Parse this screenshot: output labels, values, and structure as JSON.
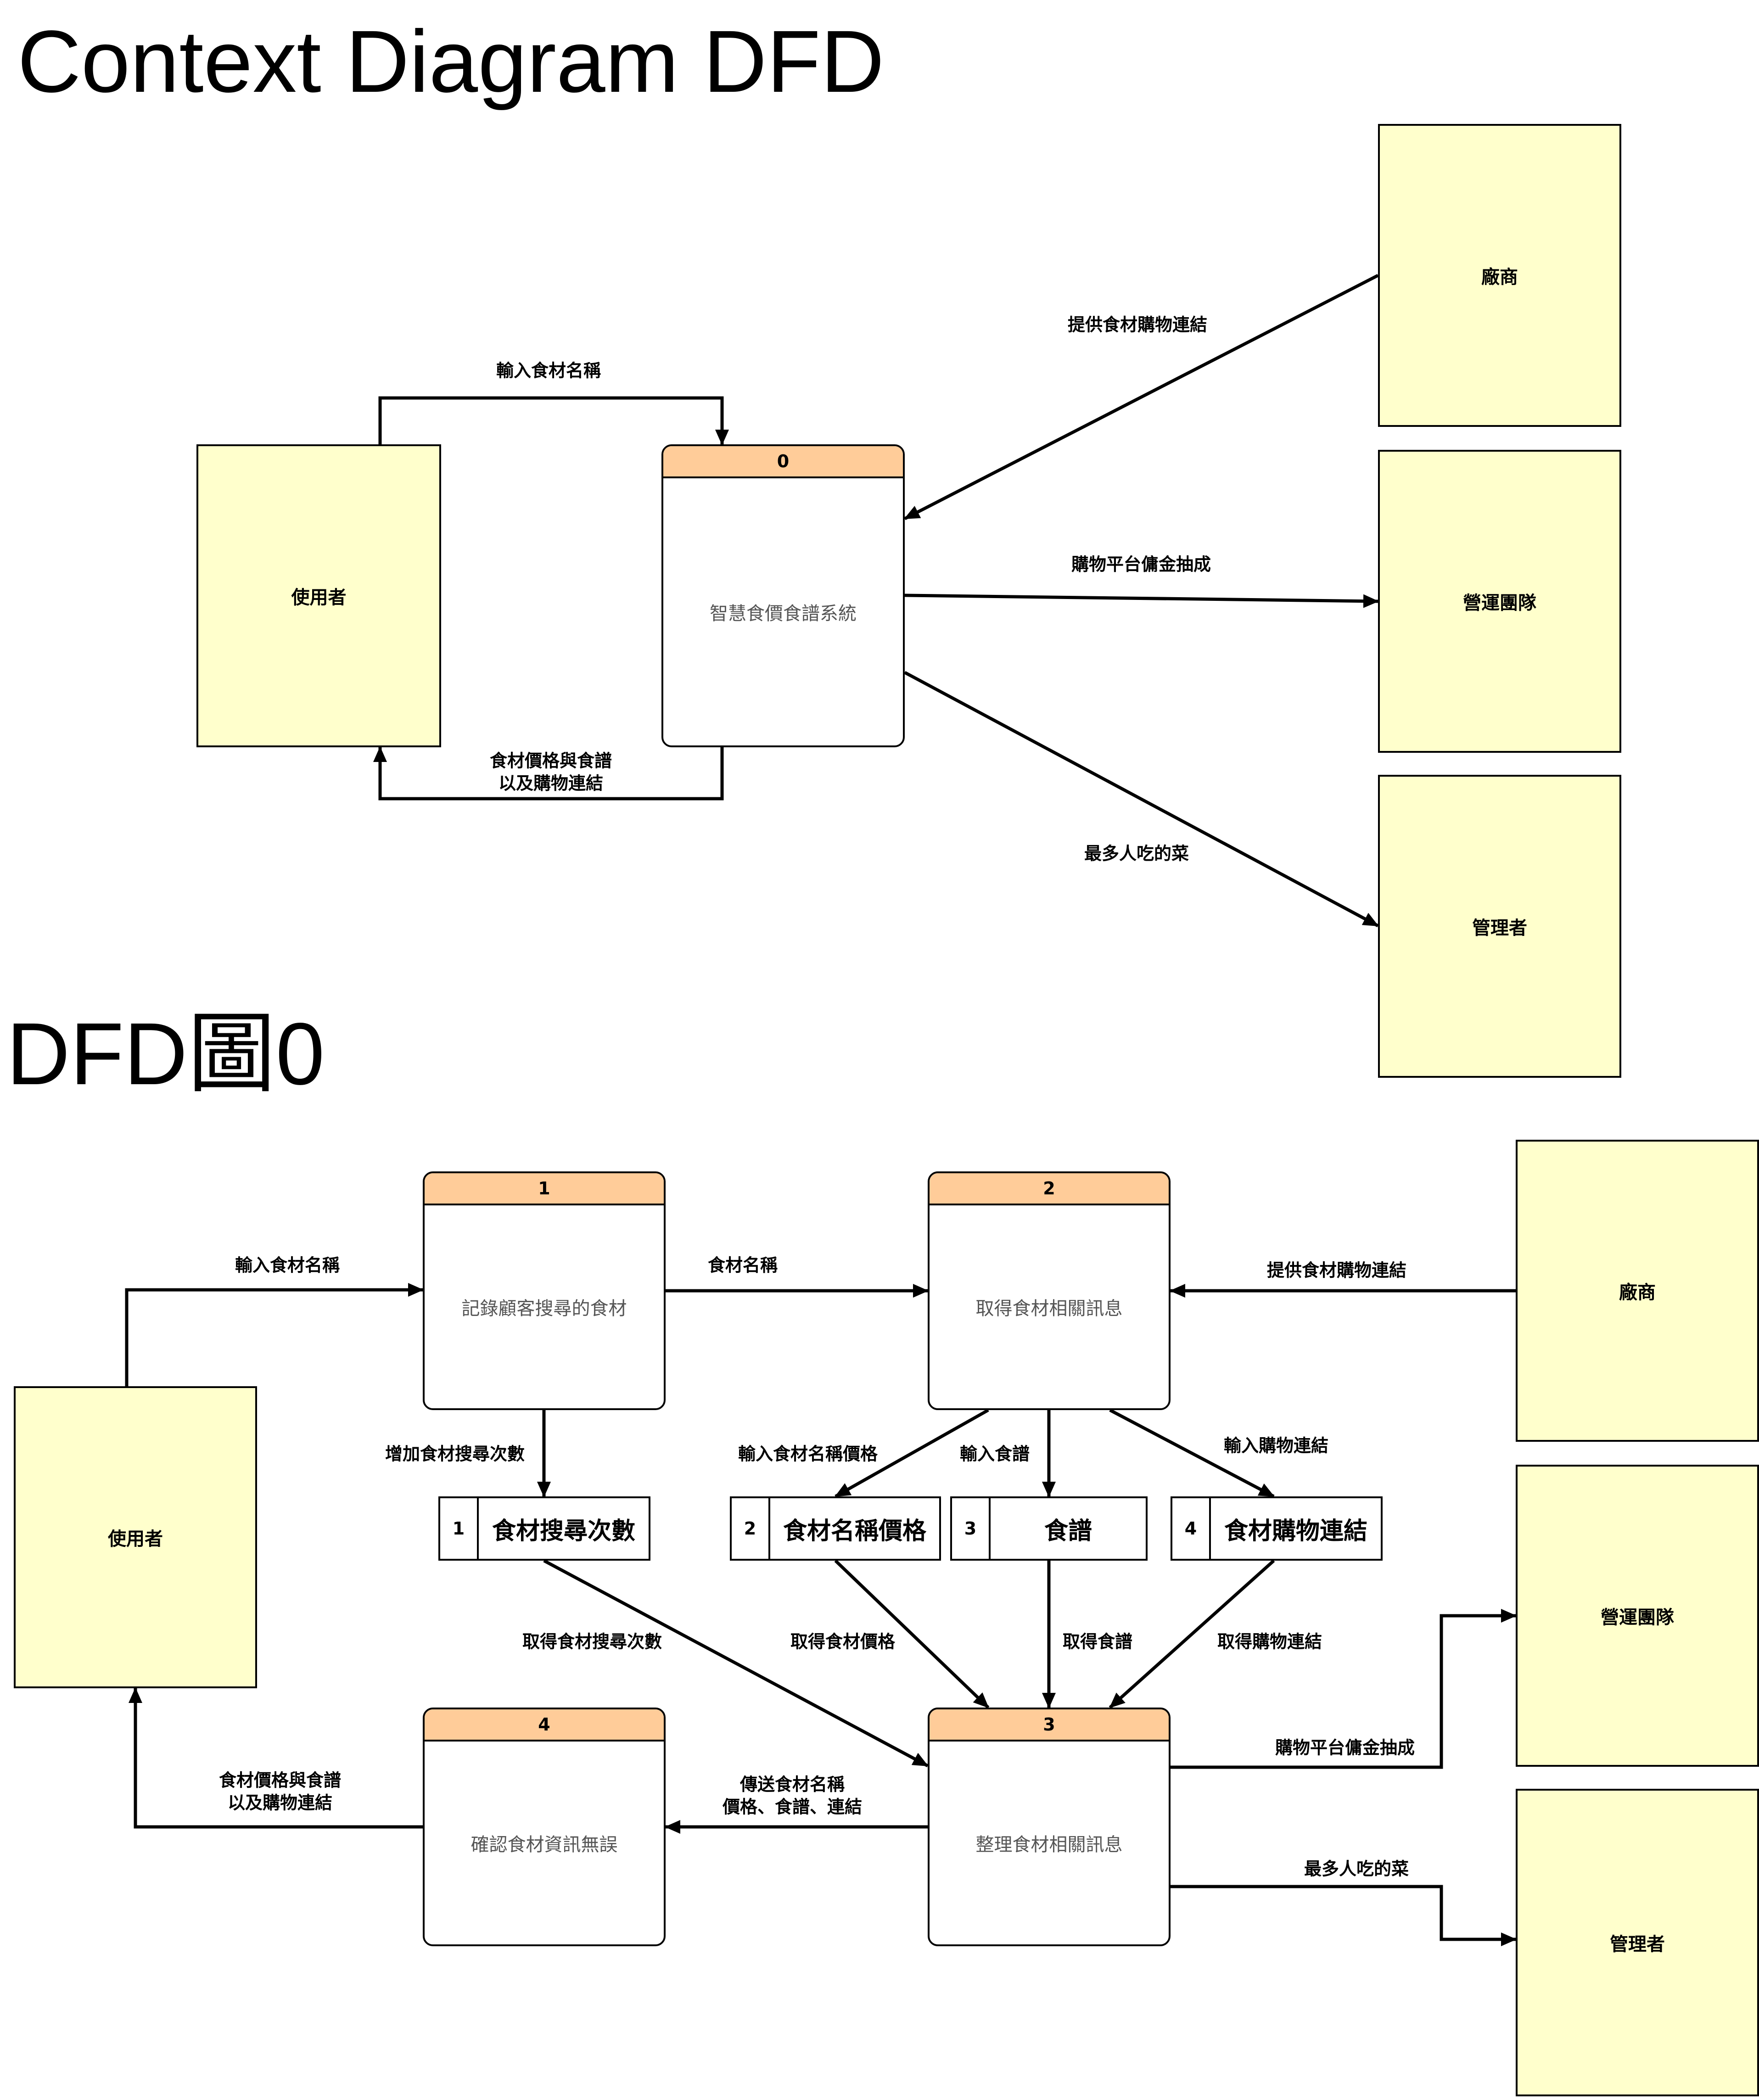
{
  "titles": {
    "context": "Context Diagram DFD",
    "level0": "DFD圖0"
  },
  "context": {
    "entities": {
      "user": "使用者",
      "vendor": "廠商",
      "ops": "營運團隊",
      "admin": "管理者"
    },
    "process": {
      "id": "0",
      "name": "智慧食價食譜系統"
    },
    "flows": {
      "input_name": "輸入食材名稱",
      "result": "食材價格與食譜\n以及購物連結",
      "vendor_link": "提供食材購物連結",
      "commission": "購物平台傭金抽成",
      "popular": "最多人吃的菜"
    }
  },
  "level0": {
    "entities": {
      "user": "使用者",
      "vendor": "廠商",
      "ops": "營運團隊",
      "admin": "管理者"
    },
    "processes": [
      {
        "id": "1",
        "name": "記錄顧客搜尋的食材"
      },
      {
        "id": "2",
        "name": "取得食材相關訊息"
      },
      {
        "id": "3",
        "name": "整理食材相關訊息"
      },
      {
        "id": "4",
        "name": "確認食材資訊無誤"
      }
    ],
    "stores": [
      {
        "id": "1",
        "name": "食材搜尋次數"
      },
      {
        "id": "2",
        "name": "食材名稱價格"
      },
      {
        "id": "3",
        "name": "食譜"
      },
      {
        "id": "4",
        "name": "食材購物連結"
      }
    ],
    "flows": {
      "input_name": "輸入食材名稱",
      "name": "食材名稱",
      "vendor_link": "提供食材購物連結",
      "add_count": "增加食材搜尋次數",
      "input_price": "輸入食材名稱價格",
      "input_recipe": "輸入食譜",
      "input_link": "輸入購物連結",
      "get_count": "取得食材搜尋次數",
      "get_price": "取得食材價格",
      "get_recipe": "取得食譜",
      "get_link": "取得購物連結",
      "commission": "購物平台傭金抽成",
      "send": "傳送食材名稱\n價格、食譜、連結",
      "result": "食材價格與食譜\n以及購物連結",
      "popular": "最多人吃的菜"
    }
  }
}
